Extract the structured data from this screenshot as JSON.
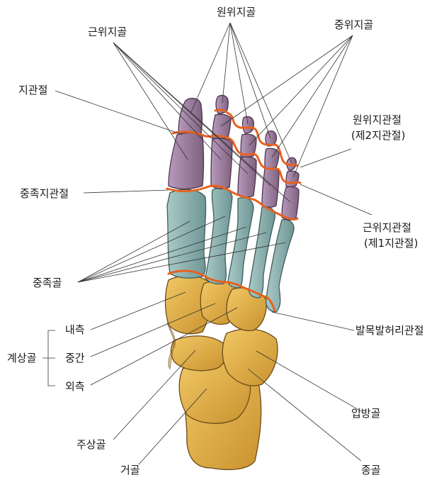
{
  "labels": {
    "proximal_phalanges": "근위지골",
    "distal_phalanges": "원위지골",
    "middle_phalanges": "중위지골",
    "phalangeal_joint": "지관절",
    "distal_ip_joint": "원위지관절",
    "distal_ip_joint_alt": "(제2지관절)",
    "metatarsophalangeal_joint": "중족지관절",
    "proximal_ip_joint": "근위지관절",
    "proximal_ip_joint_alt": "(제1지관절)",
    "metatarsals": "중족골",
    "medial": "내측",
    "intermediate": "중간",
    "lateral": "외측",
    "cuneiforms": "계상골",
    "tarsometatarsal_joint": "발목발허리관절",
    "cuboid": "입방골",
    "navicular": "주상골",
    "talus": "거골",
    "calcaneus": "종골"
  },
  "colors": {
    "phalanx": "#9d7da3",
    "metatarsal": "#8fb3b2",
    "tarsal": "#e4b44c",
    "joint_line": "#e8611e",
    "leader": "#333333"
  }
}
